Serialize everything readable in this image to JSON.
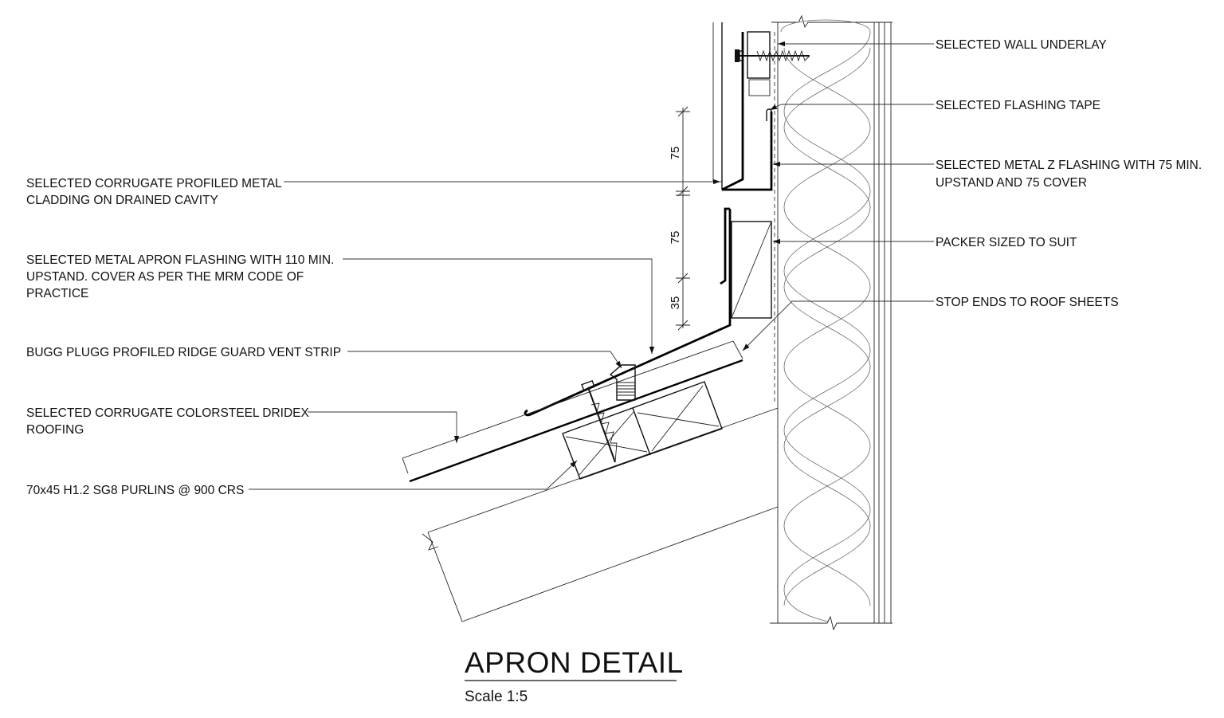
{
  "labels": {
    "wall_underlay": "SELECTED WALL UNDERLAY",
    "flashing_tape": "SELECTED FLASHING TAPE",
    "z_flashing_1": "SELECTED METAL Z FLASHING WITH 75 MIN.",
    "z_flashing_2": "UPSTAND AND 75 COVER",
    "packer": "PACKER SIZED TO SUIT",
    "stop_ends": "STOP ENDS TO ROOF SHEETS",
    "cladding_1": "SELECTED CORRUGATE PROFILED METAL",
    "cladding_2": "CLADDING ON DRAINED CAVITY",
    "apron_1": "SELECTED METAL APRON FLASHING WITH 110 MIN.",
    "apron_2": "UPSTAND. COVER AS PER THE MRM CODE OF",
    "apron_3": "PRACTICE",
    "vent_strip": "BUGG PLUGG PROFILED RIDGE GUARD VENT STRIP",
    "roofing_1": "SELECTED CORRUGATE COLORSTEEL DRIDEX",
    "roofing_2": "ROOFING",
    "purlins": "70x45 H1.2 SG8 PURLINS @ 900 CRS"
  },
  "dimensions": {
    "upper": "75",
    "middle": "75",
    "lower": "35"
  },
  "title": {
    "main": "APRON DETAIL",
    "scale": "Scale 1:5"
  }
}
